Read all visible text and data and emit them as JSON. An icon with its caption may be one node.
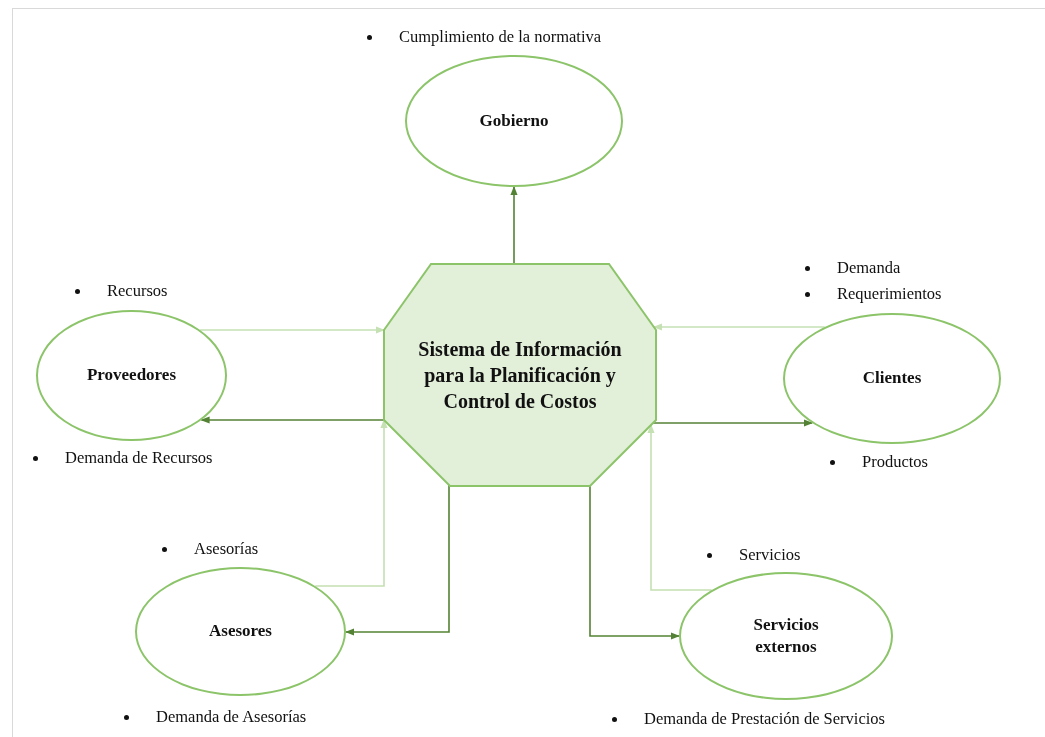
{
  "diagram": {
    "nodes": [
      {
        "text": [
          "Sistema de Información para la Planificación y Control de Costos"
        ]
      },
      {
        "text": [
          "Gobierno"
        ],
        "beside": [
          "Cumplimiento de la normativa"
        ]
      },
      {
        "text": [
          "Proveedores"
        ],
        "beside": [
          "Recursos",
          "Demanda de Recursos"
        ]
      },
      {
        "text": [
          "Clientes"
        ],
        "beside": [
          "Demanda",
          "Requerimientos",
          "Productos"
        ]
      },
      {
        "text": [
          "Asesores"
        ],
        "beside": [
          "Asesorías",
          "Demanda de Asesorías"
        ]
      },
      {
        "text": [
          "Servicios externos"
        ],
        "beside": [
          "Servicios",
          "Demanda de Prestación de Servicios"
        ]
      }
    ],
    "edges": [
      {
        "from": 0,
        "to": 1,
        "arrow": "to"
      },
      {
        "from": 2,
        "to": 0,
        "arrow": "to",
        "color": "#c5e0b3"
      },
      {
        "from": 0,
        "to": 2,
        "arrow": "to"
      },
      {
        "from": 3,
        "to": 0,
        "arrow": "to",
        "color": "#c5e0b3"
      },
      {
        "from": 0,
        "to": 3,
        "arrow": "to"
      },
      {
        "from": 4,
        "to": 0,
        "arrow": "to",
        "color": "#c5e0b3"
      },
      {
        "from": 0,
        "to": 4,
        "arrow": "to"
      },
      {
        "from": 5,
        "to": 0,
        "arrow": "to",
        "color": "#c5e0b3"
      },
      {
        "from": 0,
        "to": 5,
        "arrow": "to"
      }
    ]
  }
}
